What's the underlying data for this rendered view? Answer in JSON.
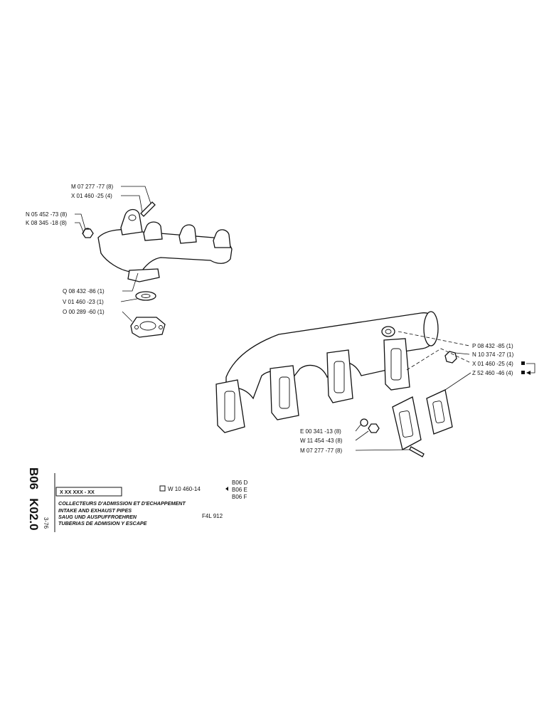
{
  "labels_left": [
    "M 07 277 -77 (8)",
    "X 01 460 -25 (4)",
    "N 05 452 -73 (8)",
    "K 08 345 -18 (8)",
    "Q 08 432 -86 (1)",
    "V 01 460 -23 (1)",
    "O 00 289 -60 (1)"
  ],
  "labels_right": [
    "P 08 432 -85 (1)",
    "N 10 374 -27 (1)",
    "X 01 460 -25 (4)",
    "Z 52 460 -46 (4)",
    "E 00 341 -13 (8)",
    "W 11 454 -43 (8)",
    "M 07 277 -77 (8)"
  ],
  "title_block": {
    "code_group": "B06",
    "code_page": "K02.0",
    "date": "3-76",
    "part_mask": "X XX XXX - XX",
    "ref_number": "W 10 460-14",
    "variants": [
      "B06 D",
      "B06 E",
      "B06 F"
    ],
    "title_fr": "COLLECTEURS D'ADMISSION ET D'ECHAPPEMENT",
    "title_en": "INTAKE AND EXHAUST PIPES",
    "title_de": "SAUG UND AUSPUFFROEHREN",
    "title_es": "TUBERIAS DE ADMISION Y ESCAPE",
    "model": "F4L 912"
  }
}
